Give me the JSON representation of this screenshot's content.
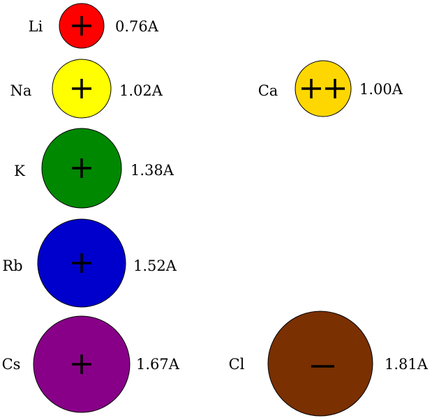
{
  "ions": [
    {
      "element": "Li",
      "radius_label": "0.76A",
      "charge": "+",
      "color": "#ff0000"
    },
    {
      "element": "Na",
      "radius_label": "1.02A",
      "charge": "+",
      "color": "#ffff00"
    },
    {
      "element": "K",
      "radius_label": "1.38A",
      "charge": "+",
      "color": "#008800"
    },
    {
      "element": "Rb",
      "radius_label": "1.52A",
      "charge": "+",
      "color": "#0000cc"
    },
    {
      "element": "Cs",
      "radius_label": "1.67A",
      "charge": "+",
      "color": "#880088"
    },
    {
      "element": "Ca",
      "radius_label": "1.00A",
      "charge": "++",
      "color": "#ffd700"
    },
    {
      "element": "Cl",
      "radius_label": "1.81A",
      "charge": "-",
      "color": "#7a3000"
    }
  ]
}
